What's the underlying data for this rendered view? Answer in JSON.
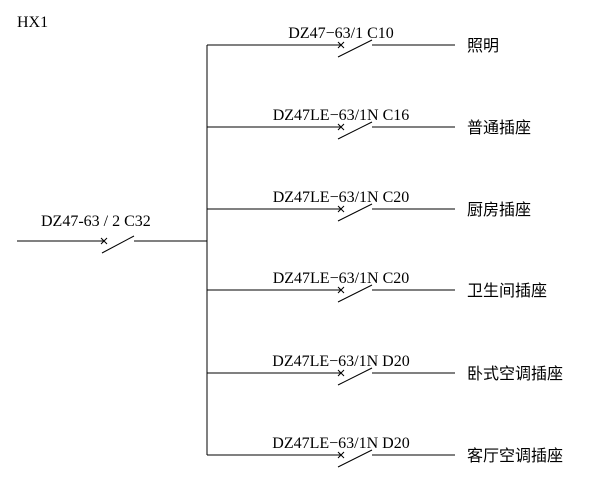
{
  "panel_label": "HX1",
  "main_breaker": {
    "spec": "DZ47-63 / 2  C32"
  },
  "branches": [
    {
      "spec": "DZ47−63/1  C10",
      "name": "照明"
    },
    {
      "spec": "DZ47LE−63/1N  C16",
      "name": "普通插座"
    },
    {
      "spec": "DZ47LE−63/1N  C20",
      "name": "厨房插座"
    },
    {
      "spec": "DZ47LE−63/1N  C20",
      "name": "卫生间插座"
    },
    {
      "spec": "DZ47LE−63/1N  D20",
      "name": "卧式空调插座"
    },
    {
      "spec": "DZ47LE−63/1N  D20",
      "name": "客厅空调插座"
    }
  ],
  "colors": {
    "line": "#000000",
    "background": "#ffffff"
  }
}
